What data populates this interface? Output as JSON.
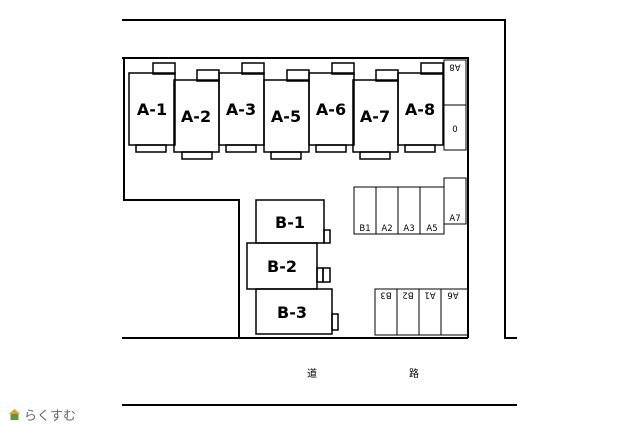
{
  "buildings": {
    "row_a": [
      "A-1",
      "A-2",
      "A-3",
      "A-5",
      "A-6",
      "A-7",
      "A-8"
    ],
    "row_b": [
      "B-1",
      "B-2",
      "B-3"
    ]
  },
  "parking": {
    "top_right_rotated": "A8",
    "top_right_lower": "0",
    "upper_row": [
      "B1",
      "A2",
      "A3",
      "A5"
    ],
    "upper_end": "A7",
    "lower_row_rotated": [
      "B3",
      "B2",
      "A1",
      "A6"
    ]
  },
  "road": {
    "char_1": "道",
    "char_2": "路"
  },
  "brand": {
    "name": "らくすむ",
    "icon": "house-logo-icon"
  },
  "colors": {
    "line": "#000000",
    "brand_text": "#666666",
    "logo_roof": "#e0a030",
    "logo_body": "#5a9a3a"
  }
}
